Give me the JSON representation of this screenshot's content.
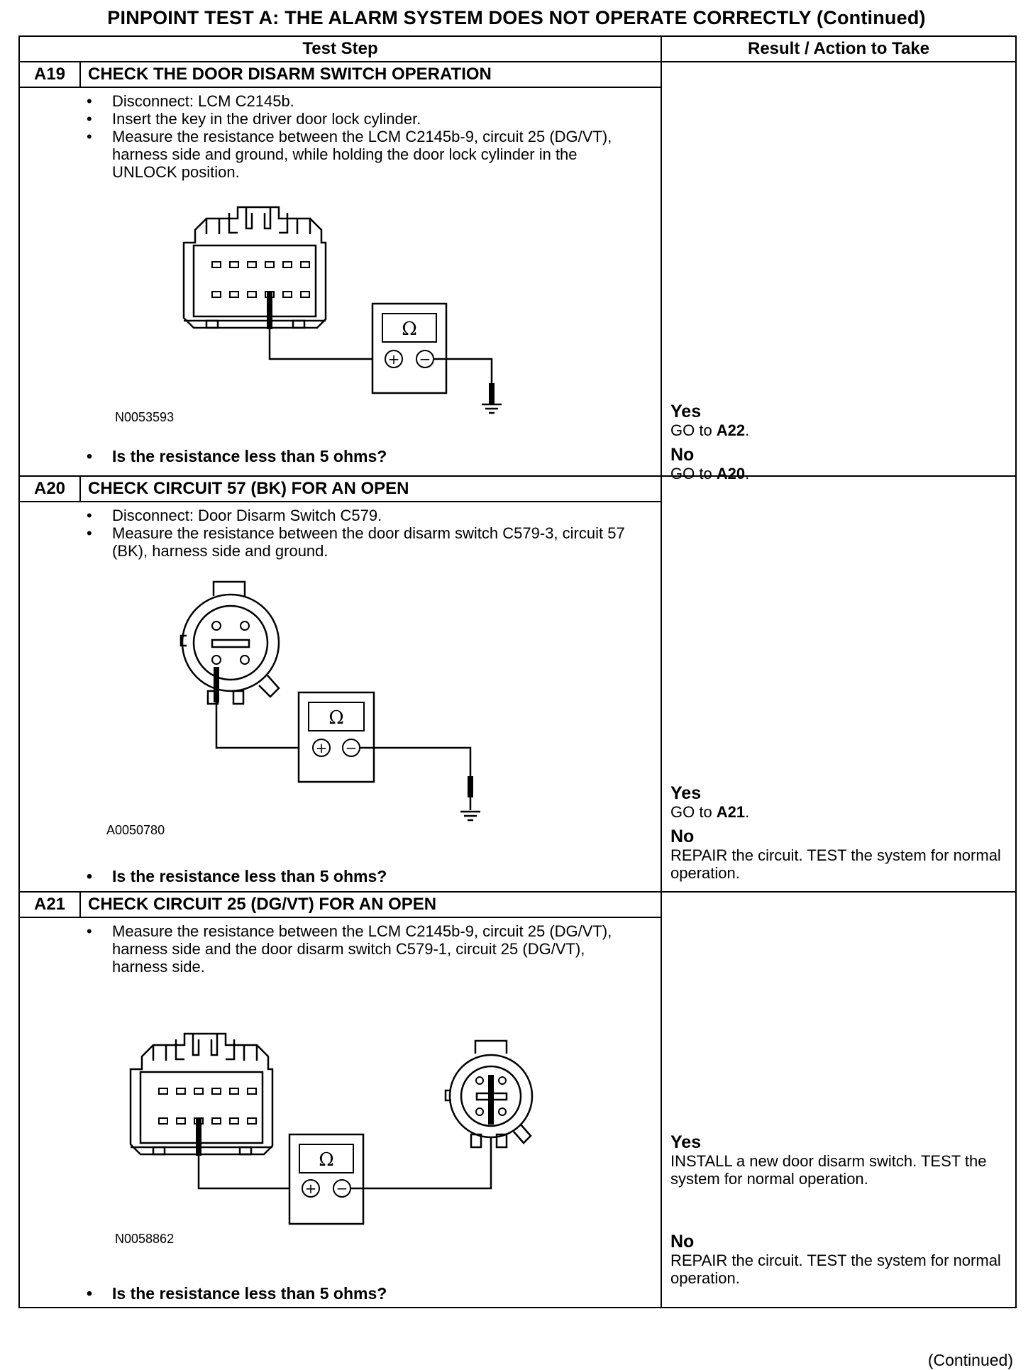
{
  "page_title": "PINPOINT TEST  A: THE ALARM SYSTEM DOES NOT OPERATE CORRECTLY (Continued)",
  "headers": {
    "test_step": "Test Step",
    "result": "Result / Action to Take"
  },
  "steps": [
    {
      "id": "A19",
      "title": "CHECK THE DOOR DISARM SWITCH OPERATION",
      "bullets": [
        "Disconnect: LCM C2145b.",
        "Insert the key in the driver door lock cylinder.",
        "Measure the resistance between the LCM C2145b-9, circuit 25 (DG/VT), harness side and ground, while holding the door lock cylinder in the UNLOCK position."
      ],
      "figure_id": "N0053593",
      "question": "Is the resistance less than 5 ohms?",
      "yes_label": "Yes",
      "yes_prefix": "GO to ",
      "yes_target": "A22",
      "yes_suffix": ".",
      "no_label": "No",
      "no_prefix": "GO to ",
      "no_target": "A20",
      "no_suffix": "."
    },
    {
      "id": "A20",
      "title": "CHECK CIRCUIT 57 (BK) FOR AN OPEN",
      "bullets": [
        "Disconnect: Door Disarm Switch C579.",
        "Measure the resistance between the door disarm switch C579-3, circuit 57 (BK), harness side and ground."
      ],
      "figure_id": "A0050780",
      "question": "Is the resistance less than 5 ohms?",
      "yes_label": "Yes",
      "yes_prefix": "GO to ",
      "yes_target": "A21",
      "yes_suffix": ".",
      "no_label": "No",
      "no_text": "REPAIR the circuit. TEST the system for normal operation."
    },
    {
      "id": "A21",
      "title": "CHECK CIRCUIT 25 (DG/VT) FOR AN OPEN",
      "bullets": [
        "Measure the resistance between the LCM C2145b-9, circuit 25 (DG/VT), harness side and the door disarm switch C579-1, circuit 25 (DG/VT), harness side."
      ],
      "figure_id": "N0058862",
      "question": "Is the resistance less than 5 ohms?",
      "yes_label": "Yes",
      "yes_text": "INSTALL a new door disarm switch. TEST the system for normal operation.",
      "no_label": "No",
      "no_text": "REPAIR the circuit. TEST the system for normal operation."
    }
  ],
  "meter_symbol": "Ω",
  "footer": "(Continued)"
}
